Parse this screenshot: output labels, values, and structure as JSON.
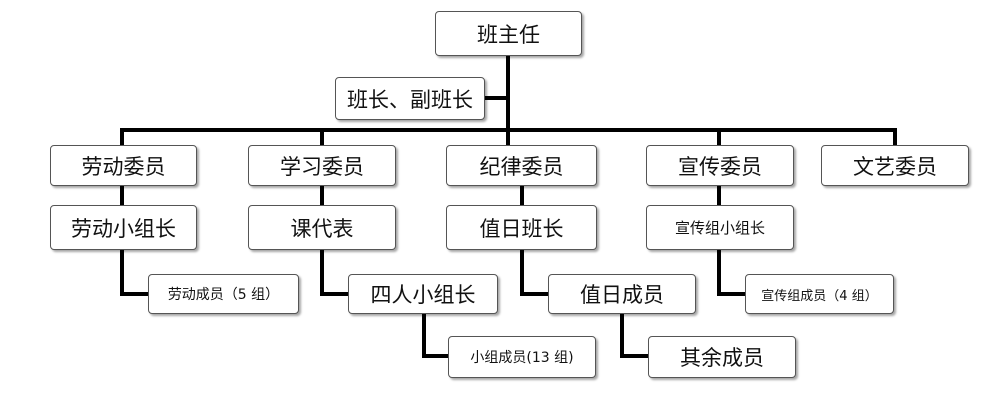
{
  "org_chart": {
    "top": "班主任",
    "monitor": "班长、副班长",
    "labor": {
      "committee": "劳动委员",
      "leader": "劳动小组长",
      "members": "劳动成员（5 组）"
    },
    "study": {
      "committee": "学习委员",
      "leader": "课代表",
      "group_leader": "四人小组长",
      "members": "小组成员(13 组)"
    },
    "discipline": {
      "committee": "纪律委员",
      "leader": "值日班长",
      "members": "值日成员",
      "others": "其余成员"
    },
    "publicity": {
      "committee": "宣传委员",
      "leader": "宣传组小组长",
      "members": "宣传组成员（4 组）"
    },
    "arts": {
      "committee": "文艺委员"
    }
  }
}
